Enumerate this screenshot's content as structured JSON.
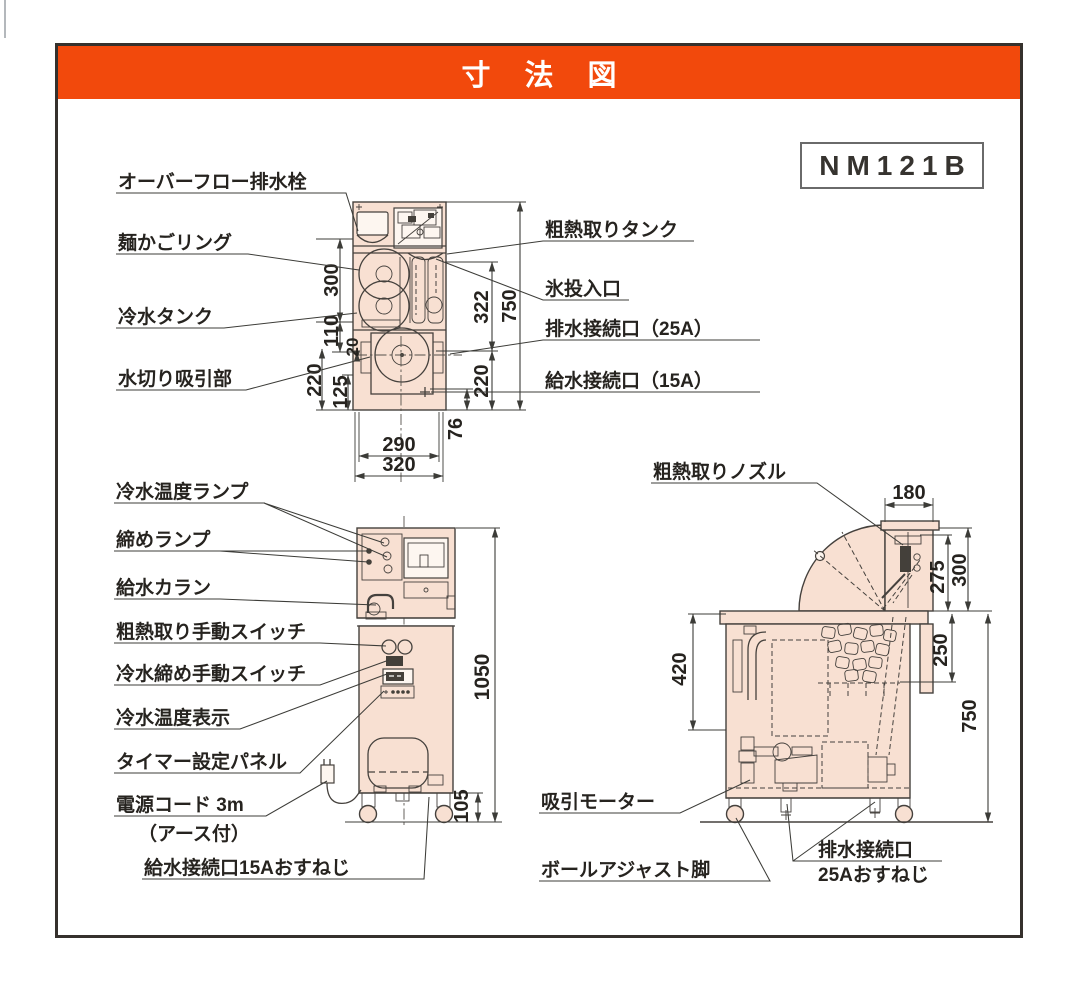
{
  "header": {
    "title": "寸 法 図",
    "accent_color": "#f2490c"
  },
  "model_no": "NM121B",
  "colors": {
    "diagram_fill": "#f8e0d2",
    "line": "#45413d"
  },
  "top_view": {
    "label_overflow": "オーバーフロー排水栓",
    "label_basket_ring": "麺かごリング",
    "label_cold_tank": "冷水タンク",
    "label_drain_suction": "水切り吸引部",
    "label_rough_heat_tank": "粗熱取りタンク",
    "label_ice_inlet": "氷投入口",
    "label_drain_conn": "排水接続口（25A）",
    "label_supply_conn": "給水接続口（15A）",
    "dims": {
      "d300": "300",
      "d110": "110",
      "d20": "20",
      "d220_left": "220",
      "d125": "125",
      "d322": "322",
      "d750": "750",
      "d220_right": "220",
      "d76": "76",
      "d290": "290",
      "d320": "320"
    }
  },
  "front_view": {
    "label_temp_lamp": "冷水温度ランプ",
    "label_tighten_lamp": "締めランプ",
    "label_faucet": "給水カラン",
    "label_rough_switch": "粗熱取り手動スイッチ",
    "label_tighten_switch": "冷水締め手動スイッチ",
    "label_temp_display": "冷水温度表示",
    "label_timer_panel": "タイマー設定パネル",
    "label_power_cord": "電源コード 3m",
    "label_earth": "（アース付）",
    "label_supply_screw": "給水接続口15Aおすねじ",
    "dims": {
      "d1050": "1050",
      "d105": "105"
    }
  },
  "side_view": {
    "label_nozzle": "粗熱取りノズル",
    "label_motor": "吸引モーター",
    "label_ball_foot": "ボールアジャスト脚",
    "label_drain_line1": "排水接続口",
    "label_drain_line2": "25Aおすねじ",
    "dims": {
      "d180": "180",
      "d275": "275",
      "d300": "300",
      "d250": "250",
      "d420": "420",
      "d750": "750"
    }
  }
}
